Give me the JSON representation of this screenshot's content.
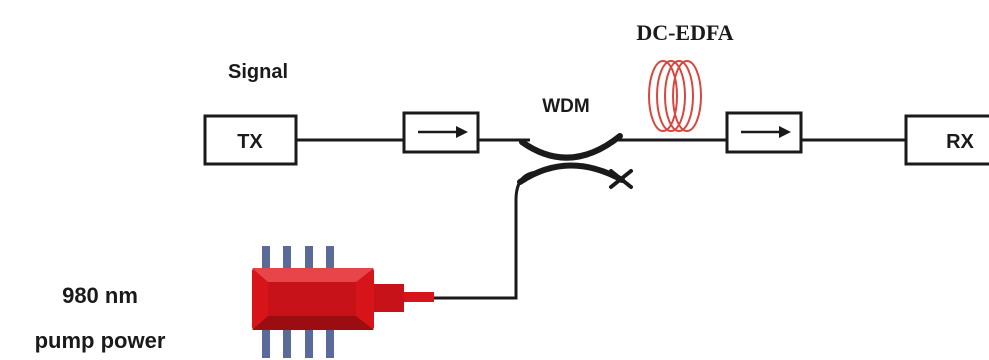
{
  "labels": {
    "signal": "Signal",
    "tx": "TX",
    "rx": "RX",
    "wdm": "WDM",
    "amplifier": "DC-EDFA",
    "pump_line1": "980 nm",
    "pump_line2": "pump power"
  },
  "colors": {
    "line": "#1a1a1a",
    "coil": "#d9473f",
    "pump_body": "#d8141b",
    "pump_body_dark": "#9c0d12",
    "pump_pins": "#5a6b9a"
  },
  "icons": {
    "isolator": "arrow-right-icon",
    "fiber_coil": "fiber-coil-icon",
    "pump_laser": "laser-diode-icon"
  }
}
